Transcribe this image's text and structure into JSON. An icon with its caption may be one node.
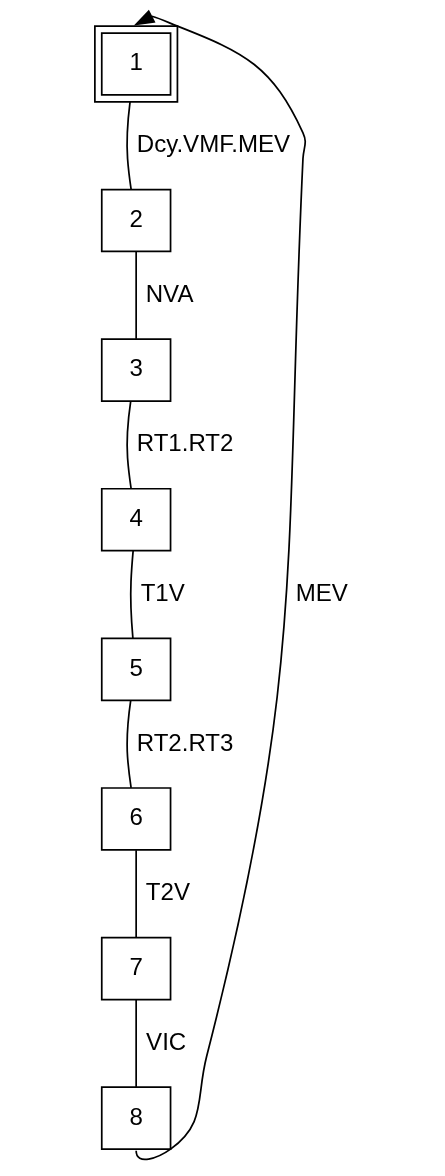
{
  "diagram": {
    "nodes": [
      {
        "text": [
          "1"
        ]
      },
      {
        "text": [
          "2"
        ]
      },
      {
        "text": [
          "3"
        ]
      },
      {
        "text": [
          "4"
        ]
      },
      {
        "text": [
          "5"
        ]
      },
      {
        "text": [
          "6"
        ]
      },
      {
        "text": [
          "7"
        ]
      },
      {
        "text": [
          "8"
        ]
      }
    ],
    "edges": [
      {
        "from": 0,
        "to": 1,
        "arrow": "none",
        "label": "Dcy.VMF.MEV"
      },
      {
        "from": 1,
        "to": 2,
        "arrow": "none",
        "label": "NVA"
      },
      {
        "from": 2,
        "to": 3,
        "arrow": "none",
        "label": "RT1.RT2"
      },
      {
        "from": 3,
        "to": 4,
        "arrow": "none",
        "label": "T1V"
      },
      {
        "from": 4,
        "to": 5,
        "arrow": "none",
        "label": "RT2.RT3"
      },
      {
        "from": 5,
        "to": 6,
        "arrow": "none",
        "label": "T2V"
      },
      {
        "from": 6,
        "to": 7,
        "arrow": "none",
        "label": "VIC"
      },
      {
        "from": 7,
        "to": 0,
        "arrow": "to",
        "label": "MEV"
      }
    ]
  }
}
